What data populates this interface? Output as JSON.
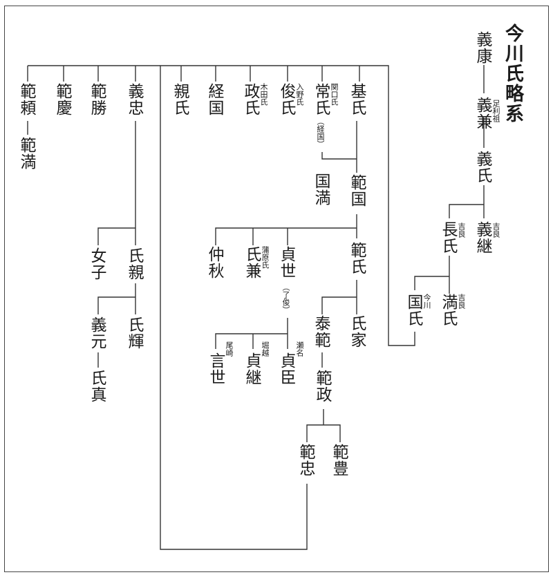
{
  "title": "今川氏略系",
  "names": {
    "yoshiyasu": "義康",
    "yoshikane": "義兼",
    "yoshiuji": "義氏",
    "yoshitsugu": "義継",
    "nagauji": "長氏",
    "mitsuuji": "満氏",
    "kuniuji": "国氏",
    "motouji": "基氏",
    "tsuneuji": "常氏",
    "toshiuji": "俊氏",
    "masauji": "政氏",
    "tsunekuni": "経国",
    "chikauji": "親氏",
    "kunimitsu": "国満",
    "norikuni": "範国",
    "noriuji": "範氏",
    "sadayo": "貞世",
    "ujikane": "氏兼",
    "nakaaki": "仲秋",
    "sadaomi": "貞臣",
    "sadatsugu": "貞継",
    "kotoyo": "言世",
    "yasunori": "泰範",
    "ujiie": "氏家",
    "norimasa": "範政",
    "noritoyo": "範豊",
    "noritada": "範忠",
    "yoshitada": "義忠",
    "norikatsu": "範勝",
    "noriyoshi": "範慶",
    "noriyori": "範頼",
    "norimitsu": "範満",
    "ujichika": "氏親",
    "joshi": "女子",
    "ujiteru": "氏輝",
    "yoshimoto": "義元",
    "ujizane": "氏真"
  },
  "annotations": {
    "ashikaga_so": "足利祖",
    "kira1": "吉良",
    "kira2": "吉良",
    "kira3": "吉良",
    "imagawa": "今川",
    "sekiguchi": "関口氏",
    "irino": "入野氏",
    "kida": "木田氏",
    "kamahara": "蒲原氏",
    "senna": "瀬名",
    "horikoshi": "堀越",
    "ozaki": "尾崎",
    "keikoku": "（経国）",
    "ryoshun": "（了俊）"
  }
}
